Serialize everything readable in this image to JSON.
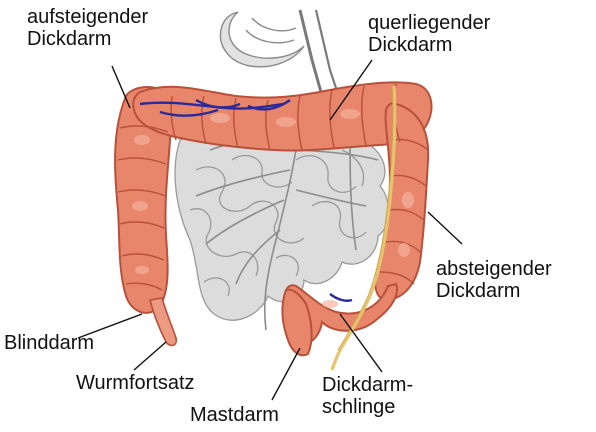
{
  "labels": {
    "ascending_colon": [
      "aufsteigender",
      "Dickdarm"
    ],
    "transverse_colon": [
      "querliegender",
      "Dickdarm"
    ],
    "descending_colon": [
      "absteigender",
      "Dickdarm"
    ],
    "cecum": "Blinddarm",
    "appendix": "Wurmfortsatz",
    "sigmoid_colon": [
      "Dickdarm-",
      "schlinge"
    ],
    "rectum": "Mastdarm"
  },
  "colors": {
    "colon_fill": "#e8866c",
    "colon_dark": "#b8503a",
    "colon_light": "#f6b29c",
    "small_intestine": "#dcdcdc",
    "small_intestine_line": "#9a9a9a",
    "vein": "#2a2a9a",
    "artery": "#e7c46b",
    "leader": "#111111"
  }
}
